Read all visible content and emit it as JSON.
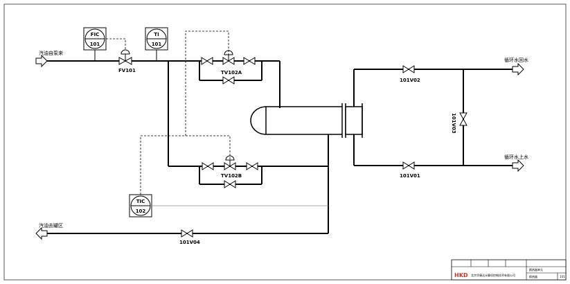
{
  "streams": {
    "oil_in": "汽油自泵来",
    "oil_out": "汽油去罐区",
    "water_return": "循环水回水",
    "water_supply": "循环水上水"
  },
  "instruments": {
    "fic": {
      "tag": "FIC",
      "num": "101"
    },
    "ti": {
      "tag": "TI",
      "num": "101"
    },
    "tic": {
      "tag": "TIC",
      "num": "102"
    }
  },
  "valves": {
    "fv101": "FV101",
    "tv102a": "TV102A",
    "tv102b": "TV102B",
    "v101v02": "101V02",
    "v101v01": "101V01",
    "v101v03": "101V03",
    "v101v04": "101V04"
  },
  "title_block": {
    "company_logo": "HKD",
    "company_name": "北京华康达计算机控制技术有限公司",
    "unit_name": "换热器单元",
    "drawing_name": "换热器",
    "sheet": "101"
  }
}
